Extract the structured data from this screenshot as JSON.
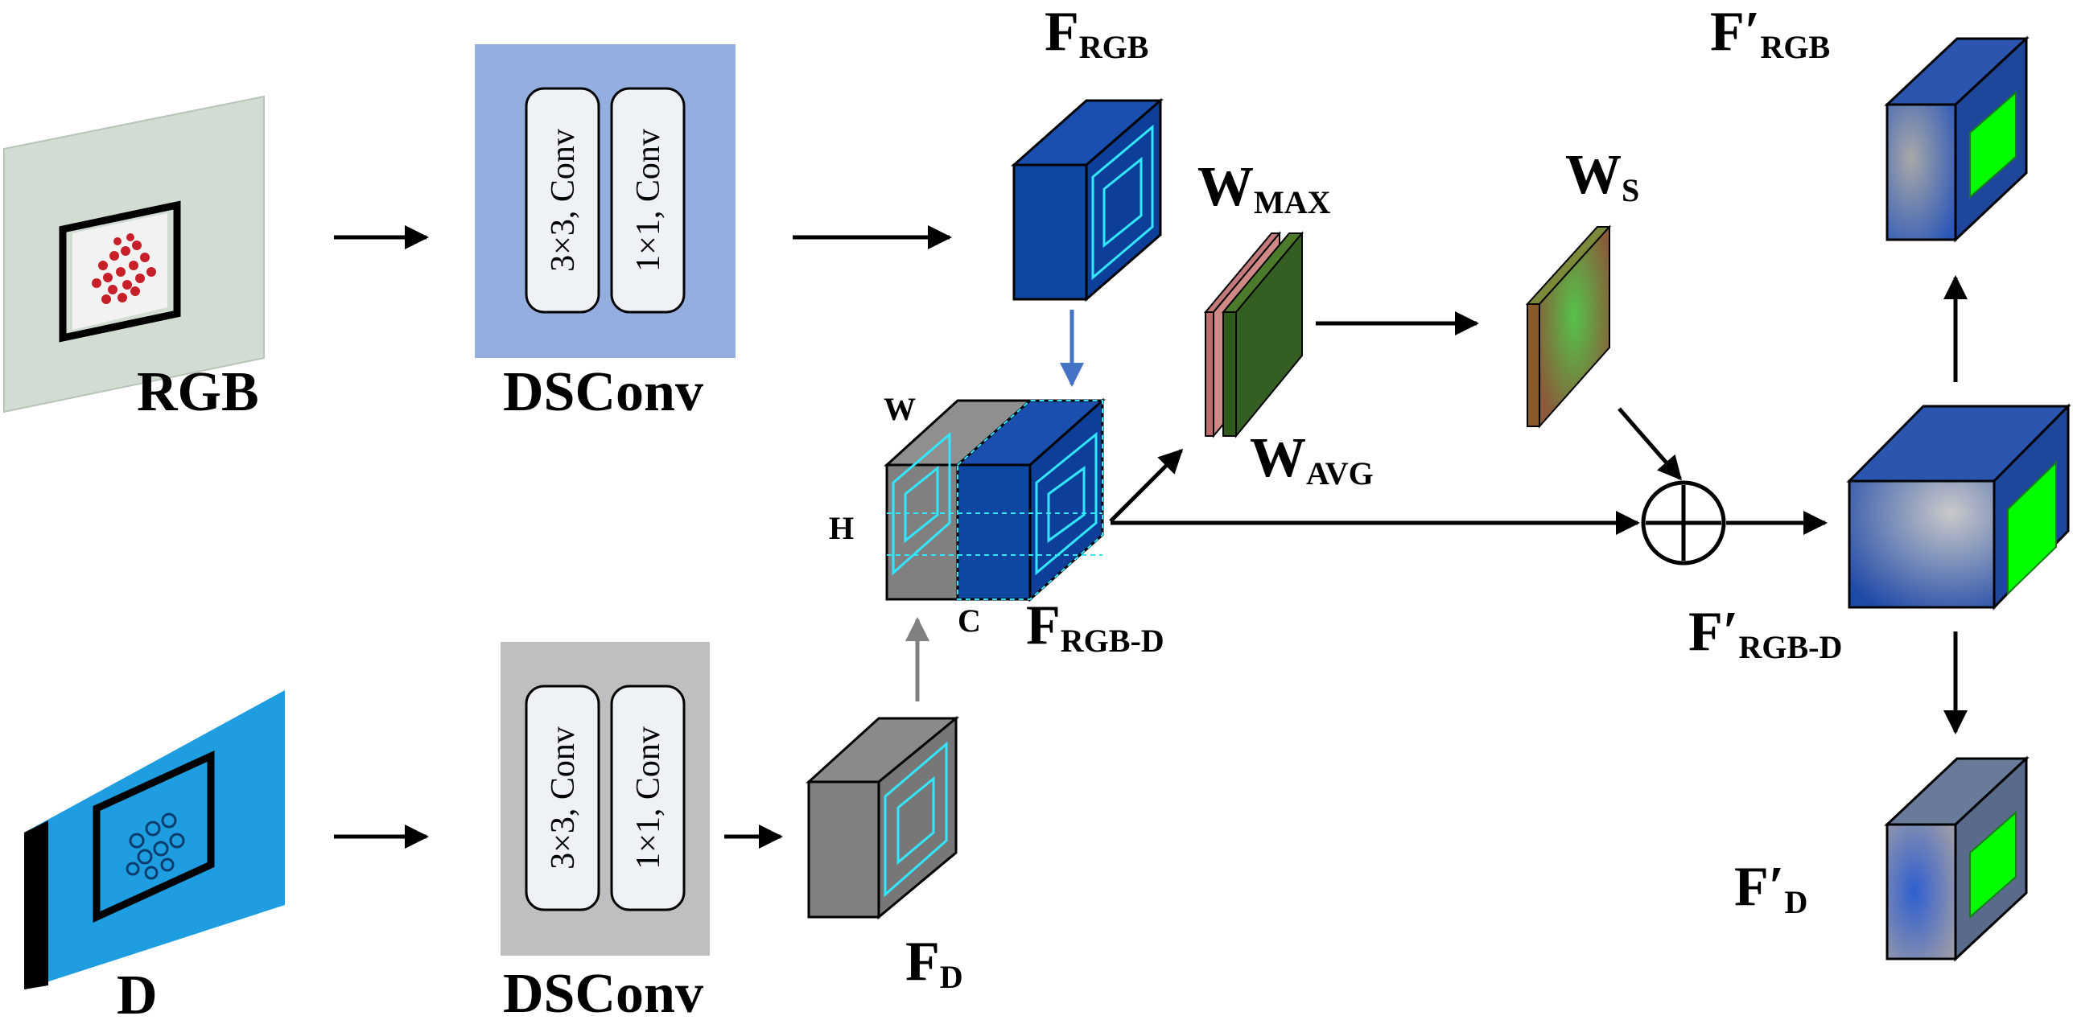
{
  "labels": {
    "rgb_input": "RGB",
    "depth_input": "D",
    "dsconv_top": "DSConv",
    "dsconv_bottom": "DSConv",
    "conv3": "3×3, Conv",
    "conv1": "1×1, Conv",
    "f_rgb_main": "F",
    "f_rgb_sub": "RGB",
    "f_d_main": "F",
    "f_d_sub": "D",
    "f_rgbd_main": "F",
    "f_rgbd_sub": "RGB-D",
    "w_max_main": "W",
    "w_max_sub": "MAX",
    "w_avg_main": "W",
    "w_avg_sub": "AVG",
    "w_s_main": "W",
    "w_s_sub": "S",
    "out_rgb_main": "F′",
    "out_rgb_sub": "RGB",
    "out_rgbd_main": "F′",
    "out_rgbd_sub": "RGB-D",
    "out_d_main": "F′",
    "out_d_sub": "D",
    "dim_w": "W",
    "dim_h": "H",
    "dim_c": "C"
  },
  "colors": {
    "dsconv_top_bg": "#94aedf",
    "dsconv_bottom_bg": "#bfbfbf",
    "feature_blue": "#0d47a1",
    "feature_gray": "#808080",
    "cyan_outline": "#33e6ff",
    "green_patch": "#00ff00",
    "arrow_blue": "#4472c4",
    "arrow_gray": "#808080"
  }
}
